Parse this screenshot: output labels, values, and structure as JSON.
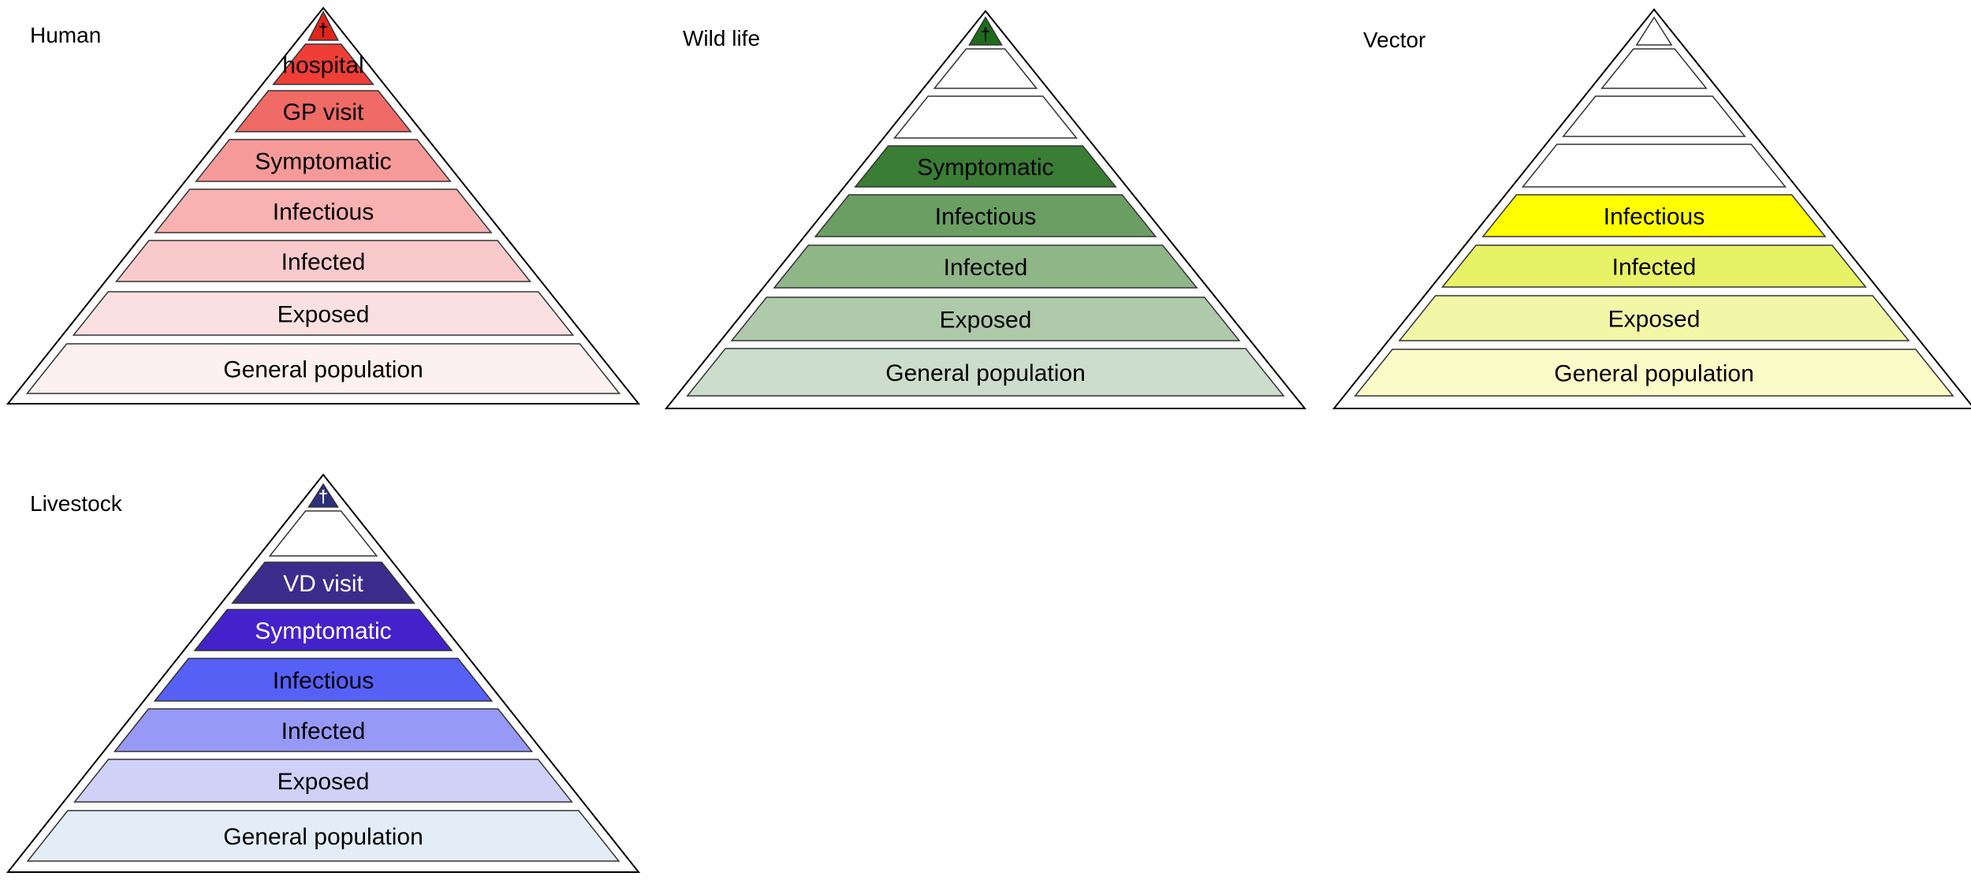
{
  "pyramids": [
    {
      "title": "Human",
      "top_symbol": "†",
      "levels": [
        {
          "label": "",
          "color": "#E1251B",
          "text_color": "#000000"
        },
        {
          "label": "hospital",
          "color": "#EF3E36",
          "text_color": "#000000"
        },
        {
          "label": "GP visit",
          "color": "#F06A66",
          "text_color": "#000000"
        },
        {
          "label": "Symptomatic",
          "color": "#F59A98",
          "text_color": "#000000"
        },
        {
          "label": "Infectious",
          "color": "#F7B2B1",
          "text_color": "#000000"
        },
        {
          "label": "Infected",
          "color": "#F9CACB",
          "text_color": "#000000"
        },
        {
          "label": "Exposed",
          "color": "#FBE0E1",
          "text_color": "#000000"
        },
        {
          "label": "General population",
          "color": "#FDF0F0",
          "text_color": "#000000"
        }
      ]
    },
    {
      "title": "Wild life",
      "top_symbol": "†",
      "levels": [
        {
          "label": "",
          "color": "#1E6B1E",
          "text_color": "#000000"
        },
        {
          "label": "",
          "color": "#FFFFFF",
          "text_color": "#000000"
        },
        {
          "label": "",
          "color": "#FFFFFF",
          "text_color": "#000000"
        },
        {
          "label": "Symptomatic",
          "color": "#3A7D35",
          "text_color": "#000000"
        },
        {
          "label": "Infectious",
          "color": "#6A9E63",
          "text_color": "#000000"
        },
        {
          "label": "Infected",
          "color": "#8FB687",
          "text_color": "#000000"
        },
        {
          "label": "Exposed",
          "color": "#AFCAAA",
          "text_color": "#000000"
        },
        {
          "label": "General population",
          "color": "#CCDDCB",
          "text_color": "#000000"
        }
      ]
    },
    {
      "title": "Vector",
      "top_symbol": "",
      "levels": [
        {
          "label": "",
          "color": "#FFFFFF",
          "text_color": "#000000"
        },
        {
          "label": "",
          "color": "#FFFFFF",
          "text_color": "#000000"
        },
        {
          "label": "",
          "color": "#FFFFFF",
          "text_color": "#000000"
        },
        {
          "label": "",
          "color": "#FFFFFF",
          "text_color": "#000000"
        },
        {
          "label": "Infectious",
          "color": "#FFFF00",
          "text_color": "#000000"
        },
        {
          "label": "Infected",
          "color": "#E8F266",
          "text_color": "#000000"
        },
        {
          "label": "Exposed",
          "color": "#F2F7A8",
          "text_color": "#000000"
        },
        {
          "label": "General population",
          "color": "#FBFBC7",
          "text_color": "#000000"
        }
      ]
    },
    {
      "title": "Livestock",
      "top_symbol": "†",
      "levels": [
        {
          "label": "",
          "color": "#2A2F7E",
          "text_color": "#FFFFFF"
        },
        {
          "label": "",
          "color": "#FFFFFF",
          "text_color": "#000000"
        },
        {
          "label": "VD visit",
          "color": "#3B2C8C",
          "text_color": "#FFFFFF"
        },
        {
          "label": "Symptomatic",
          "color": "#4322CC",
          "text_color": "#FFFFFF"
        },
        {
          "label": "Infectious",
          "color": "#5660F5",
          "text_color": "#000000"
        },
        {
          "label": "Infected",
          "color": "#969AF6",
          "text_color": "#000000"
        },
        {
          "label": "Exposed",
          "color": "#D0D1F7",
          "text_color": "#000000"
        },
        {
          "label": "General population",
          "color": "#E3EDF8",
          "text_color": "#000000"
        }
      ]
    }
  ]
}
